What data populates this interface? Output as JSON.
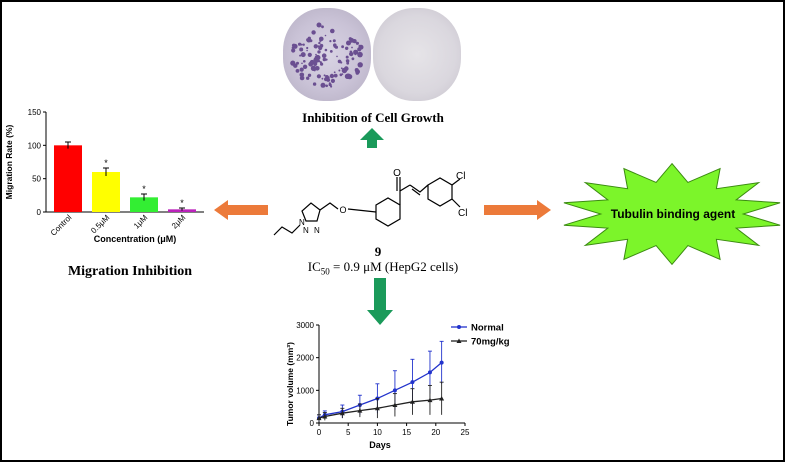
{
  "petri": {
    "caption": "Inhibition of Cell Growth"
  },
  "compound": {
    "number": "9",
    "ic50_prefix": "IC",
    "ic50_sub": "50",
    "ic50_rest": " = 0.9 μM (HepG2 cells)",
    "atoms": {
      "o_carbonyl": "O",
      "o_ether": "O",
      "cl_top": "Cl",
      "cl_bottom": "Cl",
      "n1": "N",
      "n2": "N",
      "n3": "N"
    }
  },
  "migration": {
    "caption": "Migration Inhibition"
  },
  "tubulin": {
    "label": "Tubulin binding agent",
    "colors": {
      "fill": "#7cf52a",
      "stroke": "#3a8a10"
    }
  },
  "arrow_colors": {
    "green": "#1a9a5a",
    "orange": "#ec7a3a"
  },
  "chart_data": [
    {
      "type": "bar",
      "title": "",
      "xlabel": "Concentration (μM)",
      "ylabel": "Migration Rate (%)",
      "categories": [
        "Control",
        "0.5μM",
        "1μM",
        "2μM"
      ],
      "values": [
        100,
        60,
        22,
        4
      ],
      "errors": [
        5,
        6,
        5,
        2
      ],
      "significance": [
        "",
        "*",
        "*",
        "*"
      ],
      "colors": [
        "#ff0000",
        "#ffff00",
        "#33ee33",
        "#bb22bb"
      ],
      "ylim": [
        0,
        150
      ],
      "yticks": [
        0,
        50,
        100,
        150
      ]
    },
    {
      "type": "line",
      "title": "",
      "xlabel": "Days",
      "ylabel": "Tumor volume (mm³)",
      "xlim": [
        0,
        25
      ],
      "ylim": [
        0,
        3000
      ],
      "xticks": [
        0,
        5,
        10,
        15,
        20,
        25
      ],
      "yticks": [
        0,
        1000,
        2000,
        3000
      ],
      "legend_position": "top-right",
      "series": [
        {
          "name": "Normal",
          "color": "#2233cc",
          "marker": "circle",
          "x": [
            0,
            1,
            4,
            7,
            10,
            13,
            16,
            19,
            21
          ],
          "y": [
            150,
            250,
            350,
            550,
            750,
            1000,
            1250,
            1550,
            1850
          ],
          "err": [
            100,
            120,
            200,
            300,
            450,
            600,
            700,
            650,
            650
          ]
        },
        {
          "name": "70mg/kg",
          "color": "#222222",
          "marker": "triangle",
          "x": [
            0,
            1,
            4,
            7,
            10,
            13,
            16,
            19,
            21
          ],
          "y": [
            150,
            200,
            300,
            380,
            450,
            550,
            650,
            700,
            750
          ],
          "err": [
            100,
            120,
            150,
            200,
            300,
            350,
            400,
            450,
            500
          ]
        }
      ]
    }
  ]
}
